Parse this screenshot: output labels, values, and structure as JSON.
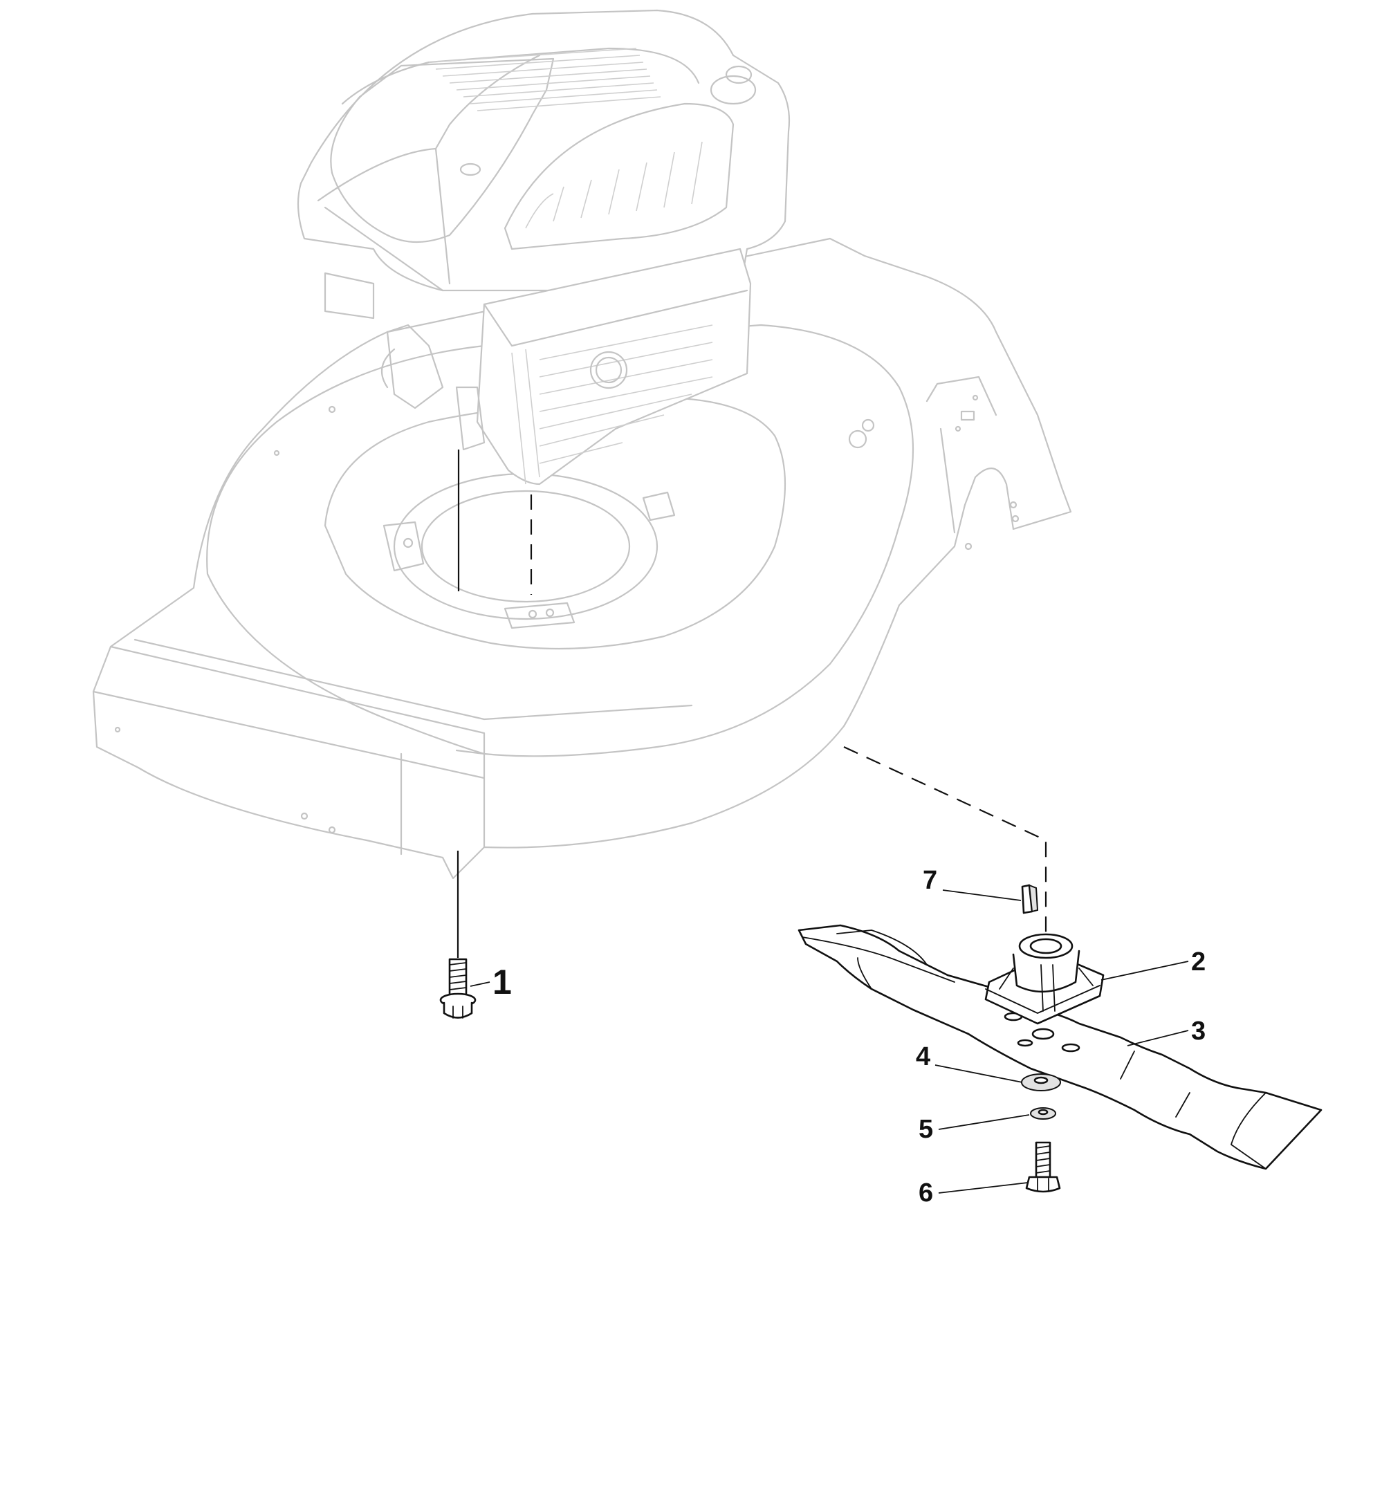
{
  "callouts": [
    {
      "id": "1",
      "label": "1",
      "part": "bolt"
    },
    {
      "id": "2",
      "label": "2",
      "part": "blade-adapter-hub"
    },
    {
      "id": "3",
      "label": "3",
      "part": "cutting-blade"
    },
    {
      "id": "4",
      "label": "4",
      "part": "washer-large"
    },
    {
      "id": "5",
      "label": "5",
      "part": "washer-small"
    },
    {
      "id": "6",
      "label": "6",
      "part": "blade-bolt"
    },
    {
      "id": "7",
      "label": "7",
      "part": "key"
    }
  ],
  "colors": {
    "ghost_outline": "#c4c4c4",
    "part_outline": "#111111",
    "background": "#ffffff"
  }
}
